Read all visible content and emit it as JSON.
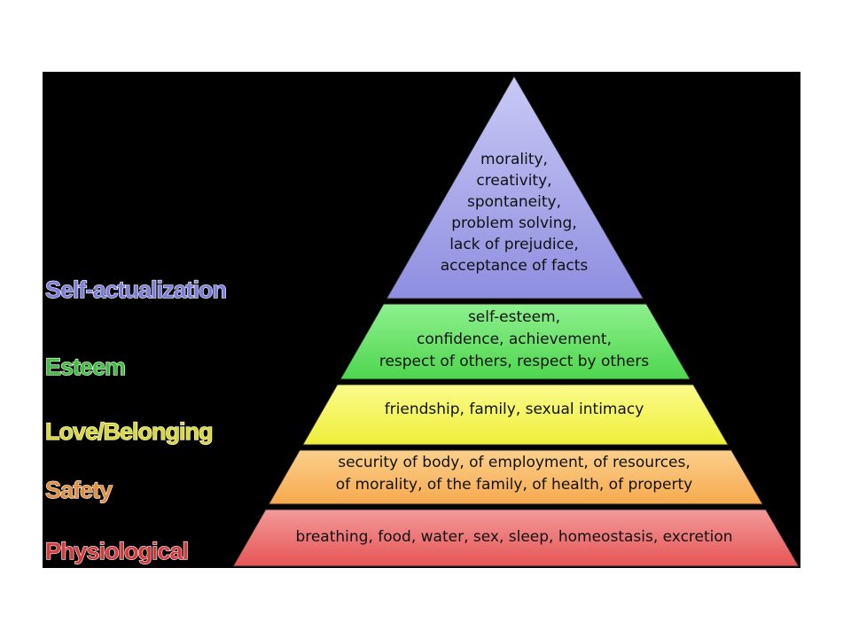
{
  "pyramid": {
    "levels": [
      {
        "id": "self-actualization",
        "label": "Self-actualization",
        "label_color": "#7b7fd9",
        "fill_top": "#c9c9f6",
        "fill_bottom": "#8e8ee0",
        "lines": [
          "morality,",
          "creativity,",
          "spontaneity,",
          "problem solving,",
          "lack of prejudice,",
          "acceptance of facts"
        ]
      },
      {
        "id": "esteem",
        "label": "Esteem",
        "label_color": "#3fbf3f",
        "fill_top": "#8ef08e",
        "fill_bottom": "#4ed64e",
        "lines": [
          "self-esteem,",
          "confidence, achievement,",
          "respect of others, respect by others"
        ]
      },
      {
        "id": "love-belonging",
        "label": "Love/Belonging",
        "label_color": "#d8d83a",
        "fill_top": "#fbfb8c",
        "fill_bottom": "#eeee3a",
        "lines": [
          "friendship, family, sexual intimacy"
        ]
      },
      {
        "id": "safety",
        "label": "Safety",
        "label_color": "#e08f3e",
        "fill_top": "#fbd08c",
        "fill_bottom": "#f6a94e",
        "lines": [
          "security of body, of employment, of resources,",
          "of morality, of the family, of health, of property"
        ]
      },
      {
        "id": "physiological",
        "label": "Physiological",
        "label_color": "#d63a3a",
        "fill_top": "#f39a9a",
        "fill_bottom": "#e65555",
        "lines": [
          "breathing, food, water, sex, sleep, homeostasis, excretion"
        ]
      }
    ]
  }
}
